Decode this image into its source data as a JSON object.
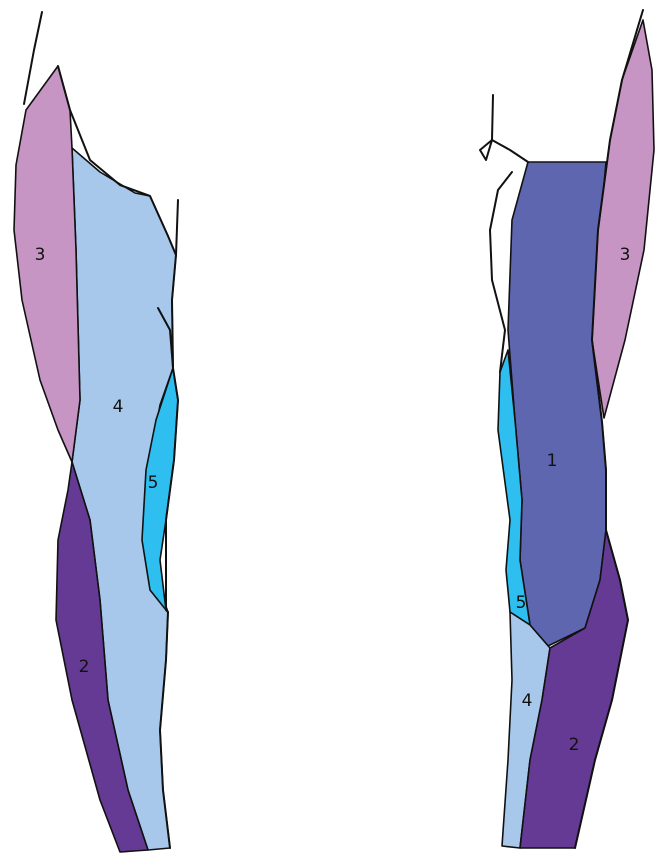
{
  "colors": {
    "region_1": "#5f66b0",
    "region_2": "#643a94",
    "region_3": "#c795c4",
    "region_4": "#a7c8ea",
    "region_5": "#2ebff0"
  },
  "left_leg": {
    "labels": {
      "r3": "3",
      "r4": "4",
      "r5": "5",
      "r2": "2"
    }
  },
  "right_leg": {
    "labels": {
      "r1": "1",
      "r3": "3",
      "r5": "5",
      "r4": "4",
      "r2": "2"
    }
  }
}
